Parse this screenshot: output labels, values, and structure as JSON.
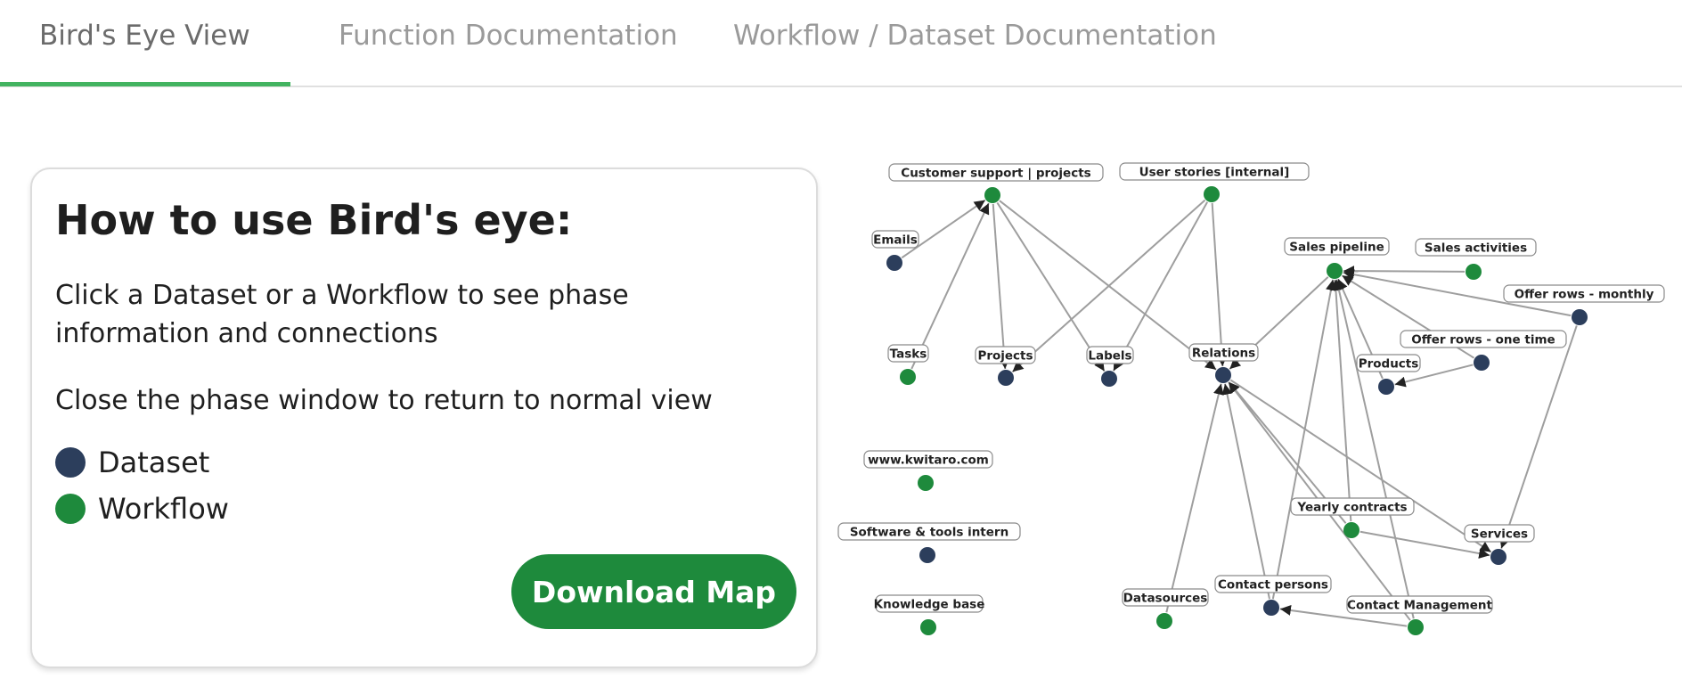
{
  "tabs": [
    {
      "label": "Bird's Eye View",
      "active": true
    },
    {
      "label": "Function Documentation",
      "active": false
    },
    {
      "label": "Workflow / Dataset Documentation",
      "active": false
    }
  ],
  "help": {
    "title": "How to use Bird's eye:",
    "line1": "Click a Dataset or a Workflow to see phase information and connections",
    "line2": "Close the phase window to return to normal view",
    "legend": [
      {
        "label": "Dataset",
        "color": "#2c3e5c"
      },
      {
        "label": "Workflow",
        "color": "#1e8a3c"
      }
    ],
    "download_label": "Download Map"
  },
  "colors": {
    "dataset": "#2c3e5c",
    "workflow": "#1e8a3c",
    "accent": "#42b360",
    "edge": "#9e9e9e"
  },
  "map": {
    "nodes": [
      {
        "id": "customer_support",
        "label": "Customer support | projects",
        "type": "workflow"
      },
      {
        "id": "user_stories",
        "label": "User stories [internal]",
        "type": "workflow"
      },
      {
        "id": "emails",
        "label": "Emails",
        "type": "dataset"
      },
      {
        "id": "sales_pipeline",
        "label": "Sales pipeline",
        "type": "workflow"
      },
      {
        "id": "sales_activities",
        "label": "Sales activities",
        "type": "workflow"
      },
      {
        "id": "offer_monthly",
        "label": "Offer rows - monthly",
        "type": "dataset"
      },
      {
        "id": "offer_onetime",
        "label": "Offer rows - one time",
        "type": "dataset"
      },
      {
        "id": "tasks",
        "label": "Tasks",
        "type": "workflow"
      },
      {
        "id": "projects",
        "label": "Projects",
        "type": "dataset"
      },
      {
        "id": "labels",
        "label": "Labels",
        "type": "dataset"
      },
      {
        "id": "relations",
        "label": "Relations",
        "type": "dataset"
      },
      {
        "id": "products",
        "label": "Products",
        "type": "dataset"
      },
      {
        "id": "kwitaro",
        "label": "www.kwitaro.com",
        "type": "workflow"
      },
      {
        "id": "software_tools",
        "label": "Software & tools intern",
        "type": "dataset"
      },
      {
        "id": "knowledge_base",
        "label": "Knowledge base",
        "type": "workflow"
      },
      {
        "id": "yearly_contracts",
        "label": "Yearly contracts",
        "type": "workflow"
      },
      {
        "id": "services",
        "label": "Services",
        "type": "dataset"
      },
      {
        "id": "datasources",
        "label": "Datasources",
        "type": "workflow"
      },
      {
        "id": "contact_persons",
        "label": "Contact persons",
        "type": "dataset"
      },
      {
        "id": "contact_management",
        "label": "Contact Management",
        "type": "workflow"
      }
    ],
    "edges": [
      [
        "emails",
        "customer_support"
      ],
      [
        "tasks",
        "customer_support"
      ],
      [
        "customer_support",
        "projects"
      ],
      [
        "customer_support",
        "labels"
      ],
      [
        "customer_support",
        "relations"
      ],
      [
        "user_stories",
        "projects"
      ],
      [
        "user_stories",
        "labels"
      ],
      [
        "user_stories",
        "relations"
      ],
      [
        "sales_activities",
        "sales_pipeline"
      ],
      [
        "offer_monthly",
        "sales_pipeline"
      ],
      [
        "offer_onetime",
        "sales_pipeline"
      ],
      [
        "offer_onetime",
        "products"
      ],
      [
        "products",
        "sales_pipeline"
      ],
      [
        "sales_pipeline",
        "relations"
      ],
      [
        "contact_persons",
        "sales_pipeline"
      ],
      [
        "yearly_contracts",
        "sales_pipeline"
      ],
      [
        "contact_management",
        "sales_pipeline"
      ],
      [
        "offer_monthly",
        "services"
      ],
      [
        "yearly_contracts",
        "relations"
      ],
      [
        "yearly_contracts",
        "services"
      ],
      [
        "datasources",
        "relations"
      ],
      [
        "contact_persons",
        "relations"
      ],
      [
        "contact_management",
        "relations"
      ],
      [
        "contact_management",
        "contact_persons"
      ],
      [
        "relations",
        "services"
      ]
    ]
  }
}
